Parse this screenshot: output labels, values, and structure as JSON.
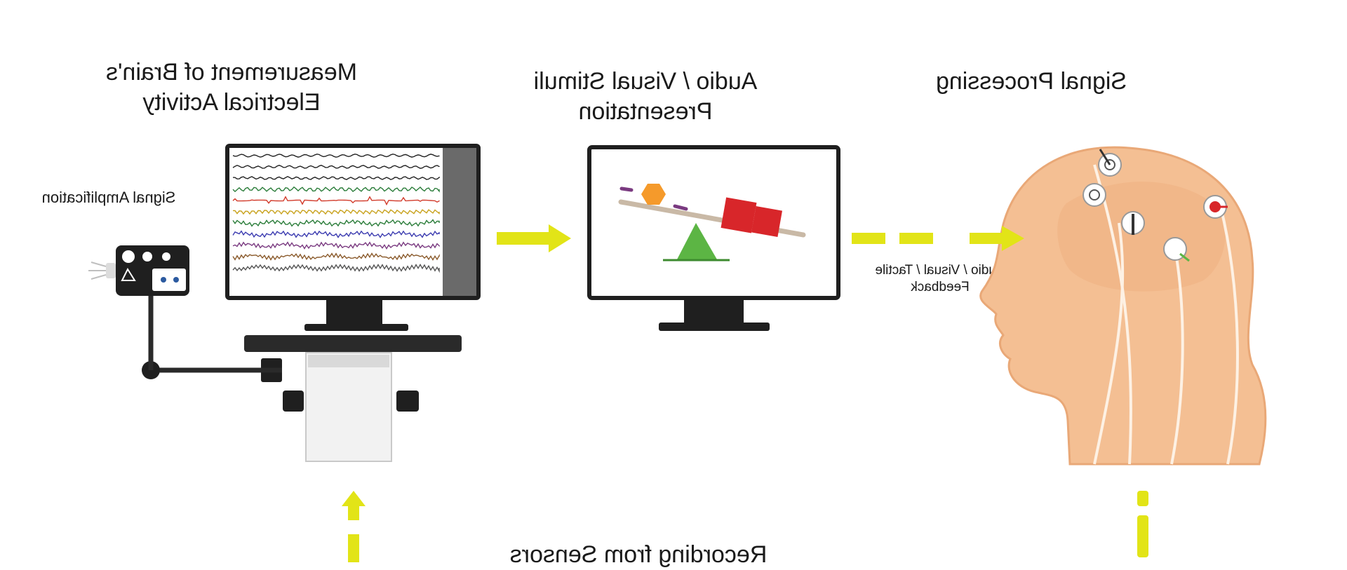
{
  "labels": {
    "measurement": "Measurement of Brain's Electrical Activity",
    "stimuli": "Audio / Visual Stimuli Presentation",
    "processing": "Signal Processing",
    "amplification": "Signal Amplification",
    "feedback": "Audio / Visual / Tactile Feedback",
    "recording": "Recording from Sensors"
  },
  "colors": {
    "arrow": "#e2e417",
    "skin": "#f4bf93",
    "skin_dark": "#e9a877",
    "monitor": "#1f1f1f",
    "orange": "#f59a2b",
    "red": "#d8262a",
    "green": "#5cb544",
    "beam": "#c9b9a6"
  }
}
